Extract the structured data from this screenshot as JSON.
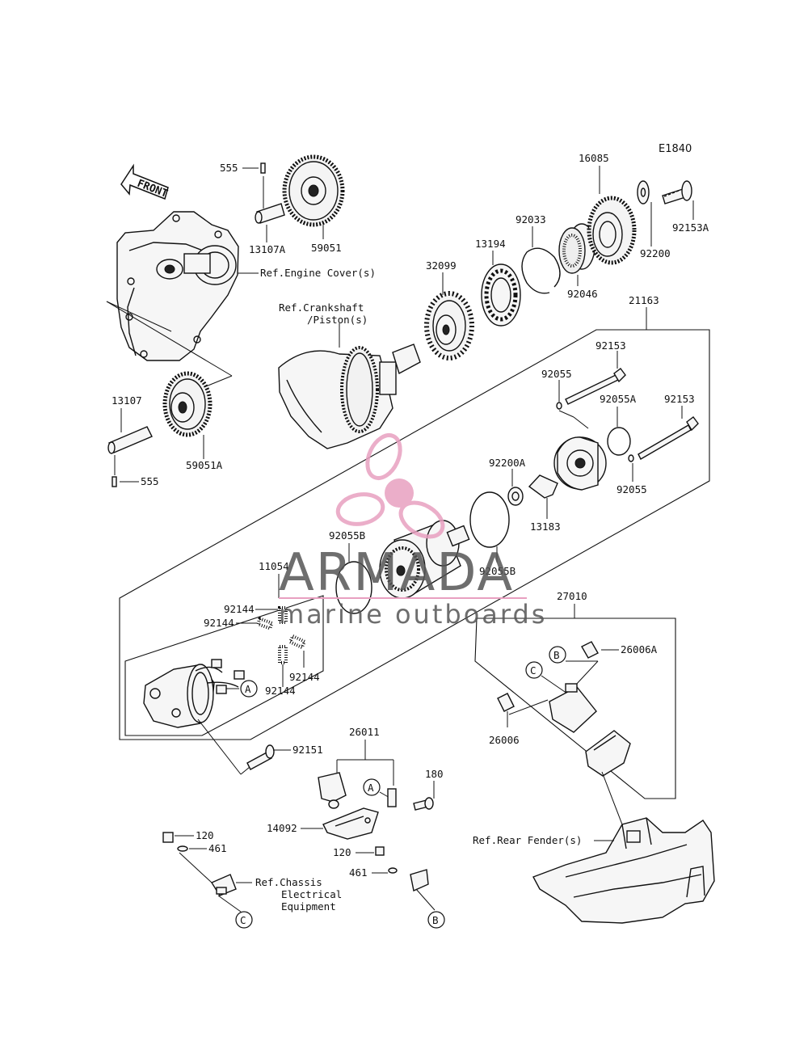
{
  "diagram_code": "E1840",
  "front_arrow": "FRONT",
  "refs": {
    "engine_cover": "Ref.Engine Cover(s)",
    "crankshaft_line1": "Ref.Crankshaft",
    "crankshaft_line2": "/Piston(s)",
    "chassis_line1": "Ref.Chassis",
    "chassis_line2": "Electrical",
    "chassis_line3": "Equipment",
    "rear_fender": "Ref.Rear Fender(s)"
  },
  "parts": {
    "p555_top": "555",
    "p13107A": "13107A",
    "p59051": "59051",
    "p13107": "13107",
    "p555_bottom": "555",
    "p59051A": "59051A",
    "p32099": "32099",
    "p13194": "13194",
    "p92033": "92033",
    "p16085": "16085",
    "p92046": "92046",
    "p92200": "92200",
    "p92153A": "92153A",
    "p21163": "21163",
    "p92153_a": "92153",
    "p92055_a": "92055",
    "p92055A": "92055A",
    "p92153_b": "92153",
    "p92055_b": "92055",
    "p92200A": "92200A",
    "p13183": "13183",
    "p92055B_a": "92055B",
    "p92055B_b": "92055B",
    "p11054": "11054",
    "p92144_a": "92144",
    "p92144_b": "92144",
    "p92144_c": "92144",
    "p92144_d": "92144",
    "p92151": "92151",
    "p26011": "26011",
    "p180": "180",
    "p14092": "14092",
    "p120_a": "120",
    "p461_a": "461",
    "p120_b": "120",
    "p461_b": "461",
    "p27010": "27010",
    "p26006A": "26006A",
    "p26006": "26006"
  },
  "callouts": {
    "a1": "A",
    "a2": "A",
    "b1": "B",
    "b2": "B",
    "c1": "C",
    "c2": "C"
  },
  "watermark": {
    "title": "ARMADA",
    "subtitle": "marine outboards",
    "logo": "propeller-logo",
    "color": "#e8a0c0"
  }
}
